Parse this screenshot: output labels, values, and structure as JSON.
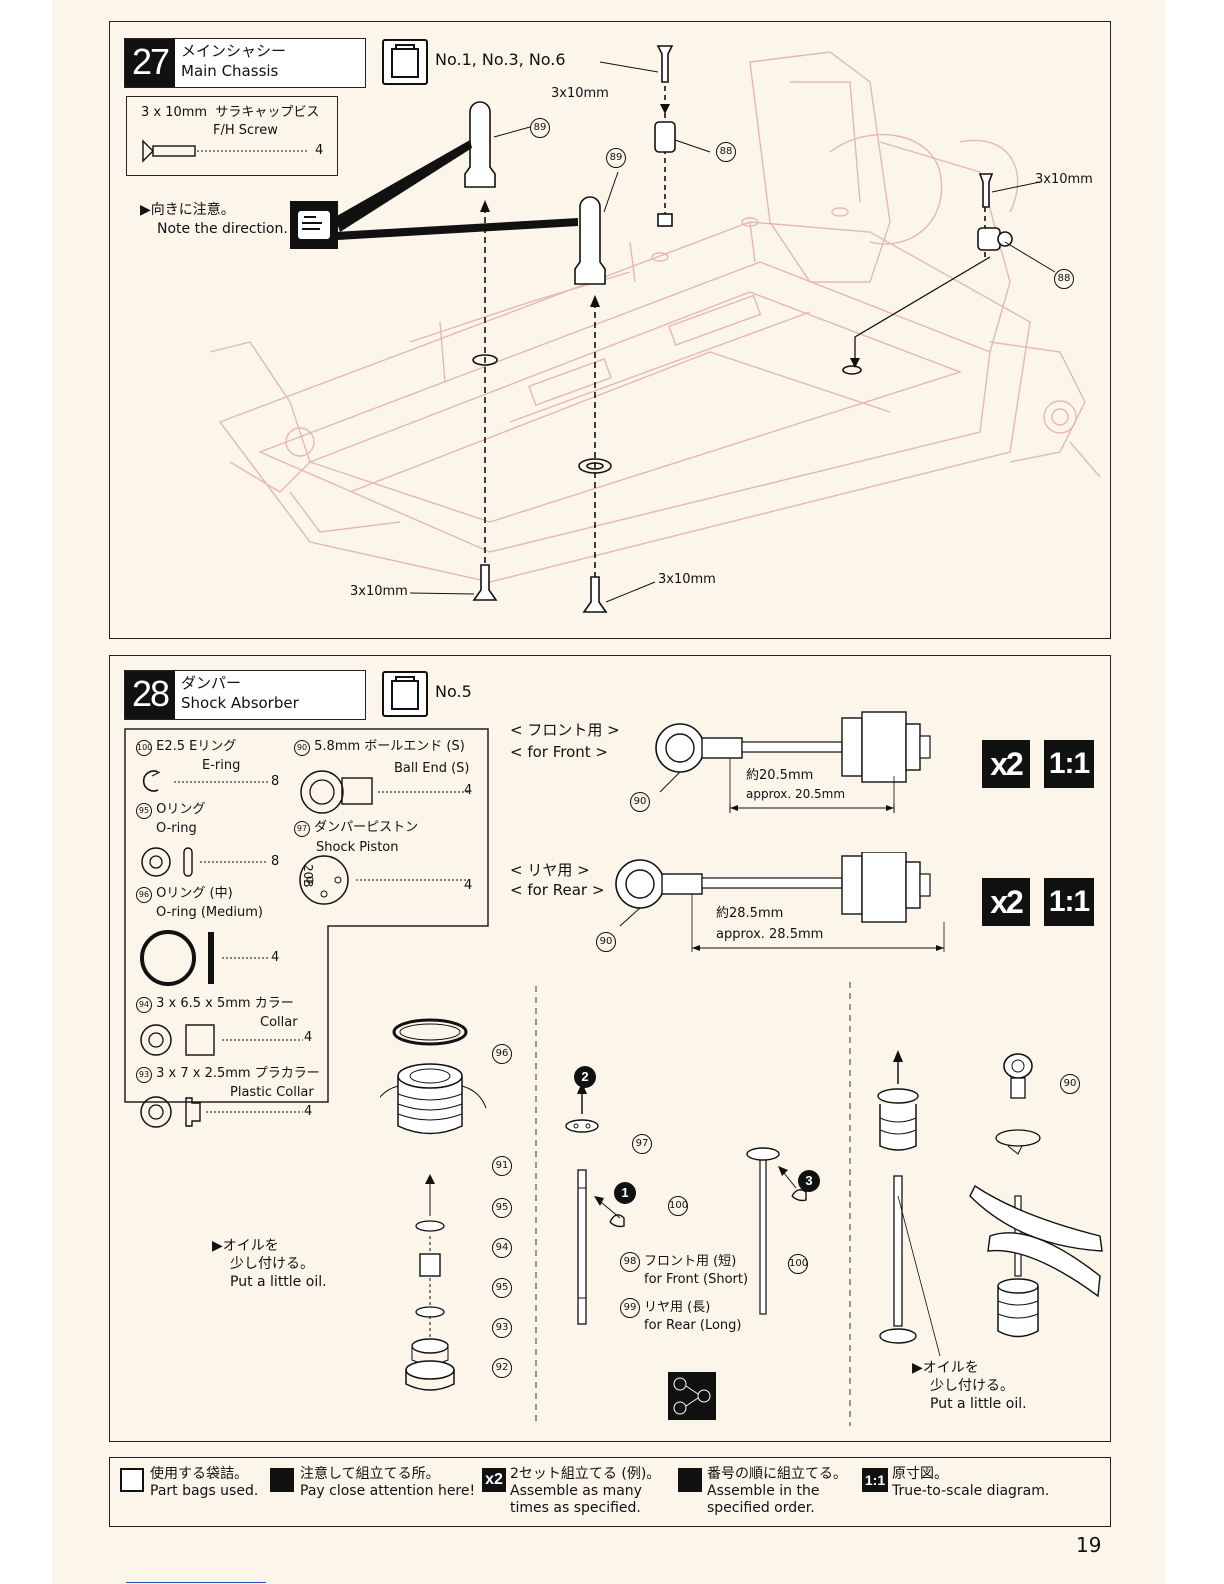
{
  "page": {
    "number": "19"
  },
  "step27": {
    "number": "27",
    "title_ja": "メインシャシー",
    "title_en": "Main Chassis",
    "bags": "No.1, No.3, No.6",
    "parts": {
      "size": "3 x 10mm",
      "name_ja": "サラキャップビス",
      "name_en": "F/H Screw",
      "qty": "4"
    },
    "note_ja": "向きに注意。",
    "note_en": "Note the direction.",
    "callouts": {
      "screw_label": "3x10mm",
      "part89": "89",
      "part88": "88"
    }
  },
  "step28": {
    "number": "28",
    "title_ja": "ダンパー",
    "title_en": "Shock Absorber",
    "bags": "No.5",
    "parts": [
      {
        "num": "100",
        "ja": "E2.5 Eリング",
        "en": "E-ring",
        "qty": "8"
      },
      {
        "num": "95",
        "ja": "Oリング",
        "en": "O-ring",
        "qty": "8"
      },
      {
        "num": "96",
        "ja": "Oリング (中)",
        "en": "O-ring (Medium)",
        "qty": "4"
      },
      {
        "num": "94",
        "ja": "3 x 6.5 x 5mm カラー",
        "en": "Collar",
        "qty": "4"
      },
      {
        "num": "93",
        "ja": "3 x 7 x 2.5mm プラカラー",
        "en": "Plastic Collar",
        "qty": "4"
      },
      {
        "num": "90",
        "ja": "5.8mm ボールエンド (S)",
        "en": "Ball End (S)",
        "qty": "4"
      },
      {
        "num": "97",
        "ja": "ダンパーピストン",
        "en": "Shock Piston",
        "qty": "4"
      }
    ],
    "piston_marking": "20B",
    "front": {
      "ja": "< フロント用 >",
      "en": "< for Front >",
      "len_ja": "約20.5mm",
      "len_en": "approx. 20.5mm",
      "part": "90"
    },
    "rear": {
      "ja": "< リヤ用 >",
      "en": "< for Rear >",
      "len_ja": "約28.5mm",
      "len_en": "approx. 28.5mm",
      "part": "90"
    },
    "badge_x2": "x2",
    "badge_scale": "1:1",
    "oil_ja": "オイルを",
    "oil_ja2": "少し付ける。",
    "oil_en": "Put a little oil.",
    "shaft_front_ja": "フロント用 (短)",
    "shaft_front_en": "for Front (Short)",
    "shaft_rear_ja": "リヤ用 (長)",
    "shaft_rear_en": "for Rear (Long)",
    "seq": [
      "1",
      "2",
      "3"
    ],
    "nums": {
      "n96": "96",
      "n91": "91",
      "n95": "95",
      "n94": "94",
      "n93": "93",
      "n92": "92",
      "n97": "97",
      "n100": "100",
      "n98": "98",
      "n99": "99",
      "n90": "90"
    }
  },
  "legend": [
    {
      "ja": "使用する袋詰。",
      "en": "Part bags used."
    },
    {
      "ja": "注意して組立てる所。",
      "en": "Pay close attention here!"
    },
    {
      "ja": "2セット組立てる (例)。",
      "en": "Assemble as many",
      "en2": "times as specified."
    },
    {
      "ja": "番号の順に組立てる。",
      "en": "Assemble in the",
      "en2": "specified order."
    },
    {
      "ja": "原寸図。",
      "en": "True-to-scale diagram."
    }
  ]
}
